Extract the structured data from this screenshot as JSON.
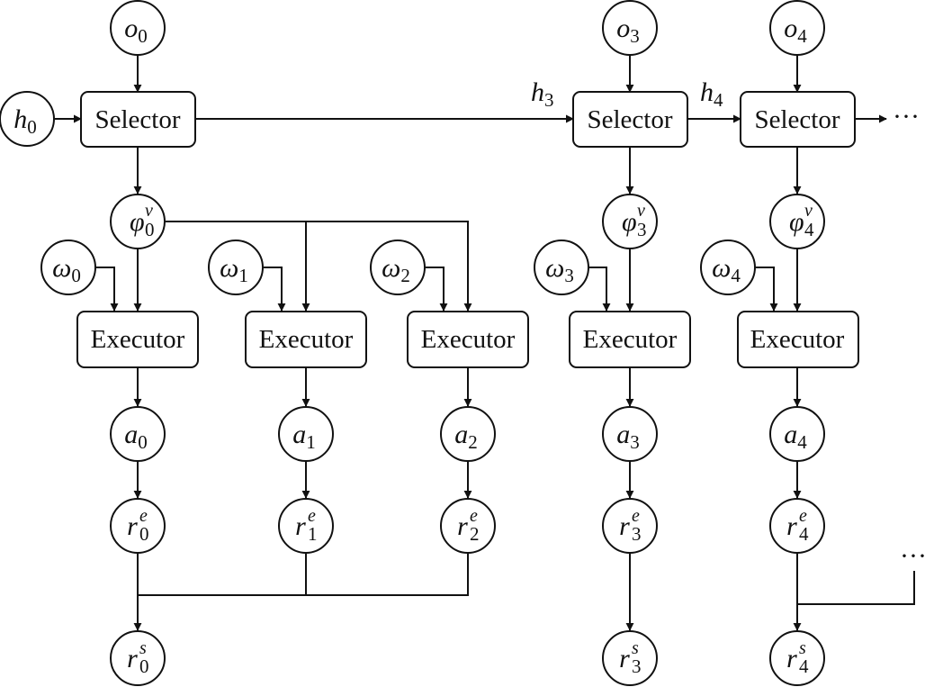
{
  "diagram": {
    "box_labels": {
      "selector": "Selector",
      "executor": "Executor"
    },
    "ellipsis": "···",
    "nodes": {
      "o0": {
        "main": "o",
        "sub": "0",
        "sup": ""
      },
      "o3": {
        "main": "o",
        "sub": "3",
        "sup": ""
      },
      "o4": {
        "main": "o",
        "sub": "4",
        "sup": ""
      },
      "h0": {
        "main": "h",
        "sub": "0",
        "sup": ""
      },
      "phi0": {
        "main": "φ",
        "sub": "0",
        "sup": "v"
      },
      "phi3": {
        "main": "φ",
        "sub": "3",
        "sup": "v"
      },
      "phi4": {
        "main": "φ",
        "sub": "4",
        "sup": "v"
      },
      "w0": {
        "main": "ω",
        "sub": "0",
        "sup": ""
      },
      "w1": {
        "main": "ω",
        "sub": "1",
        "sup": ""
      },
      "w2": {
        "main": "ω",
        "sub": "2",
        "sup": ""
      },
      "w3": {
        "main": "ω",
        "sub": "3",
        "sup": ""
      },
      "w4": {
        "main": "ω",
        "sub": "4",
        "sup": ""
      },
      "a0": {
        "main": "a",
        "sub": "0",
        "sup": ""
      },
      "a1": {
        "main": "a",
        "sub": "1",
        "sup": ""
      },
      "a2": {
        "main": "a",
        "sub": "2",
        "sup": ""
      },
      "a3": {
        "main": "a",
        "sub": "3",
        "sup": ""
      },
      "a4": {
        "main": "a",
        "sub": "4",
        "sup": ""
      },
      "re0": {
        "main": "r",
        "sub": "0",
        "sup": "e"
      },
      "re1": {
        "main": "r",
        "sub": "1",
        "sup": "e"
      },
      "re2": {
        "main": "r",
        "sub": "2",
        "sup": "e"
      },
      "re3": {
        "main": "r",
        "sub": "3",
        "sup": "e"
      },
      "re4": {
        "main": "r",
        "sub": "4",
        "sup": "e"
      },
      "rs0": {
        "main": "r",
        "sub": "0",
        "sup": "s"
      },
      "rs3": {
        "main": "r",
        "sub": "3",
        "sup": "s"
      },
      "rs4": {
        "main": "r",
        "sub": "4",
        "sup": "s"
      }
    },
    "edge_labels": {
      "h3": {
        "main": "h",
        "sub": "3"
      },
      "h4": {
        "main": "h",
        "sub": "4"
      }
    }
  }
}
